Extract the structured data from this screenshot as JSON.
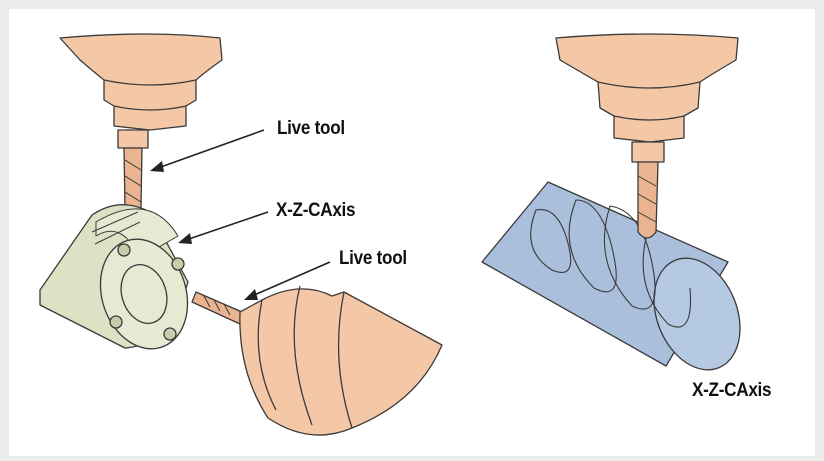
{
  "diagram": {
    "labels": {
      "live_tool_top": "Live tool",
      "x_z_c_axis_left": "X-Z-CAxis",
      "live_tool_side": "Live tool",
      "x_z_c_axis_right": "X-Z-CAxis"
    },
    "colors": {
      "background": "#ececec",
      "panel": "#ffffff",
      "spindle": "#f4c7a6",
      "spindle_dark": "#e3a988",
      "spindle_light": "#f8dac4",
      "tool": "#e9b48f",
      "workpiece_left": "#dfe1c4",
      "workpiece_left_face": "#e8e9d2",
      "workpiece_right": "#a9bfdc",
      "workpiece_right_end": "#b6c9e2",
      "outline": "#3a3a3a",
      "arrow": "#222222"
    }
  }
}
